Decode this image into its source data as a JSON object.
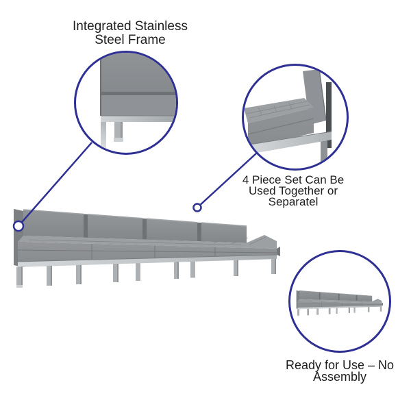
{
  "annotations": {
    "frame_callout": {
      "line1": "Integrated Stainless",
      "line2": "Steel Frame"
    },
    "set_callout": {
      "line1": "4 Piece Set Can Be",
      "line2": "Used Together or",
      "line3": "Separatel"
    },
    "ready_callout": {
      "line1": "Ready for Use – No",
      "line2": "Assembly"
    }
  },
  "images": {
    "main": "4 piece gray upholstered modular bench with stainless steel frame",
    "closeup_frame": "close-up of stainless steel frame and leg under gray cushions",
    "closeup_side": "side view close-up of tufted gray seat and back with steel frame",
    "mini_set": "small view of complete 4 piece bench set"
  },
  "colors": {
    "accent-navy": "#2e3093",
    "text": "#1e1e1e",
    "background": "#ffffff",
    "upholstery-gray": "#8d9093",
    "upholstery-light": "#9da0a3",
    "upholstery-dark": "#75787b",
    "metal-silver": "#cfd2d4",
    "metal-shadow": "#9aa0a3"
  }
}
